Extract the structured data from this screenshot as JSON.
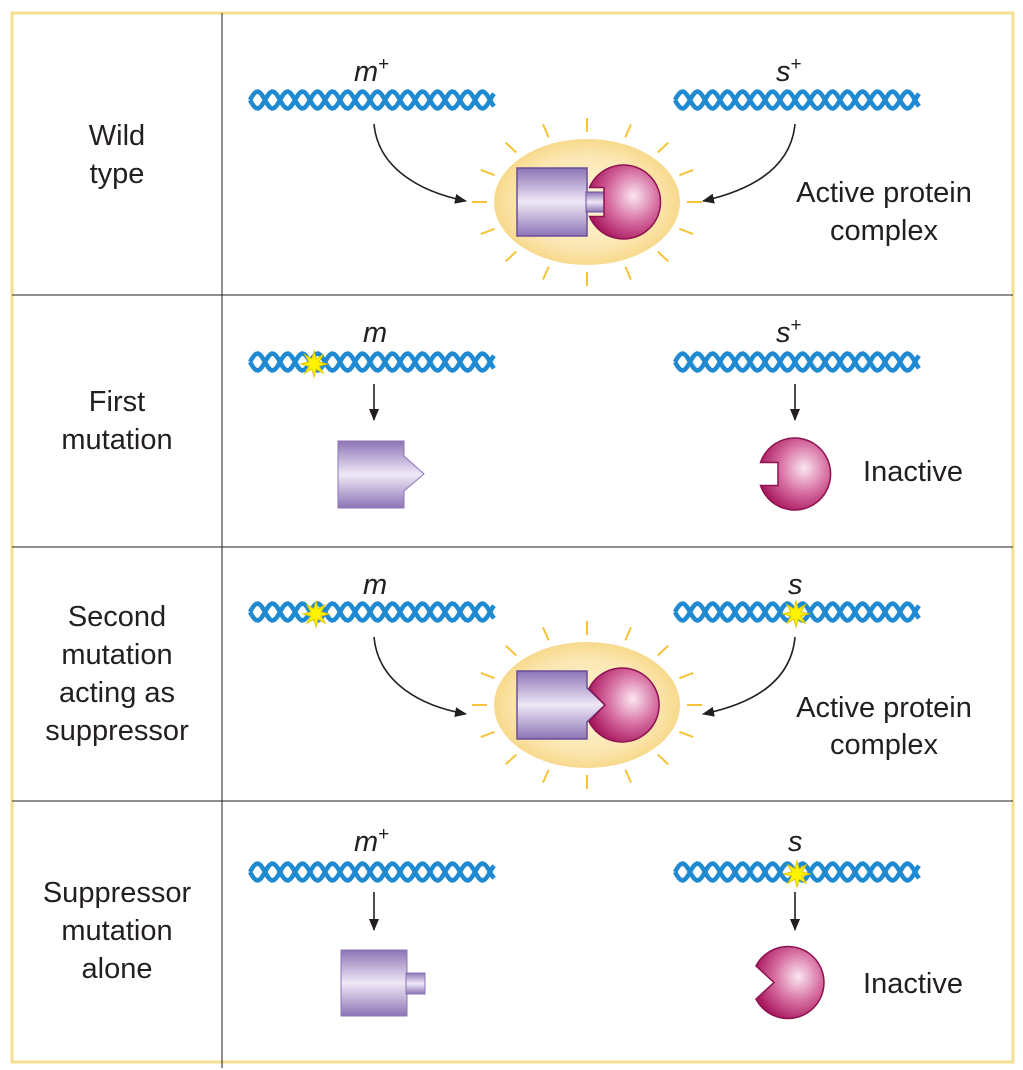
{
  "colors": {
    "frame_border": "#f3df8f",
    "dna": "#1f8ad1",
    "protein_m": "#9077b8",
    "protein_s": "#b3206a",
    "mutation_star": "#fff200",
    "active_glow": "#fbe3a6"
  },
  "rows": [
    {
      "label_lines": [
        "Wild",
        "type"
      ],
      "m_gene": {
        "base": "m",
        "sup": "+"
      },
      "s_gene": {
        "base": "s",
        "sup": "+"
      },
      "status_lines": [
        "Active protein",
        "complex"
      ]
    },
    {
      "label_lines": [
        "First",
        "mutation"
      ],
      "m_gene": {
        "base": "m",
        "sup": ""
      },
      "s_gene": {
        "base": "s",
        "sup": "+"
      },
      "status_lines": [
        "Inactive"
      ]
    },
    {
      "label_lines": [
        "Second",
        "mutation",
        "acting as",
        "suppressor"
      ],
      "m_gene": {
        "base": "m",
        "sup": ""
      },
      "s_gene": {
        "base": "s",
        "sup": ""
      },
      "status_lines": [
        "Active protein",
        "complex"
      ]
    },
    {
      "label_lines": [
        "Suppressor",
        "mutation",
        "alone"
      ],
      "m_gene": {
        "base": "m",
        "sup": "+"
      },
      "s_gene": {
        "base": "s",
        "sup": ""
      },
      "status_lines": [
        "Inactive"
      ]
    }
  ]
}
